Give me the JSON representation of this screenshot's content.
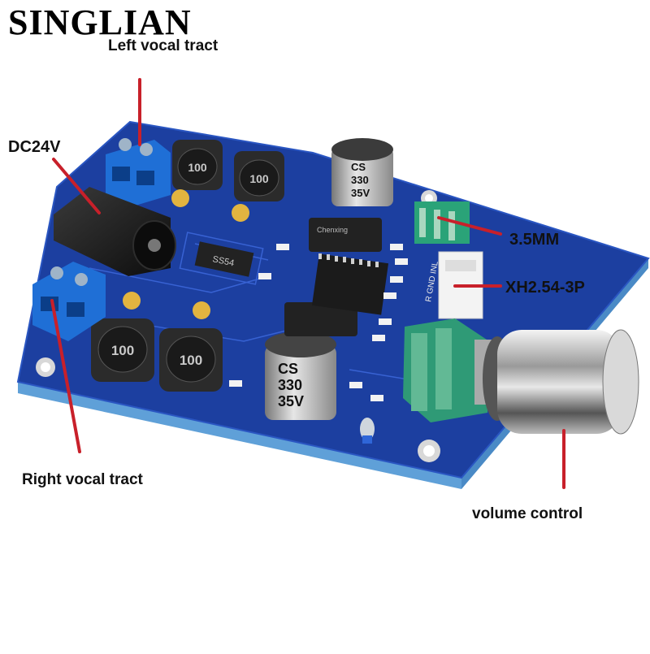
{
  "brand": "SINGLIAN",
  "labels": {
    "left": "Left vocal tract",
    "dc": "DC24V",
    "jack": "3.5MM",
    "xh": "XH2.54-3P",
    "right": "Right vocal tract",
    "volume": "volume control"
  },
  "silkscreen": {
    "inductor": "100",
    "capacitor": [
      "CS",
      "330",
      "35V"
    ],
    "diode": "SS54",
    "header": "R GND INL",
    "cap_brand": "Chenxing"
  },
  "colors": {
    "pcb": "#1c3fa0",
    "terminal": "#1f6fd6",
    "pointer": "#c8202a"
  }
}
